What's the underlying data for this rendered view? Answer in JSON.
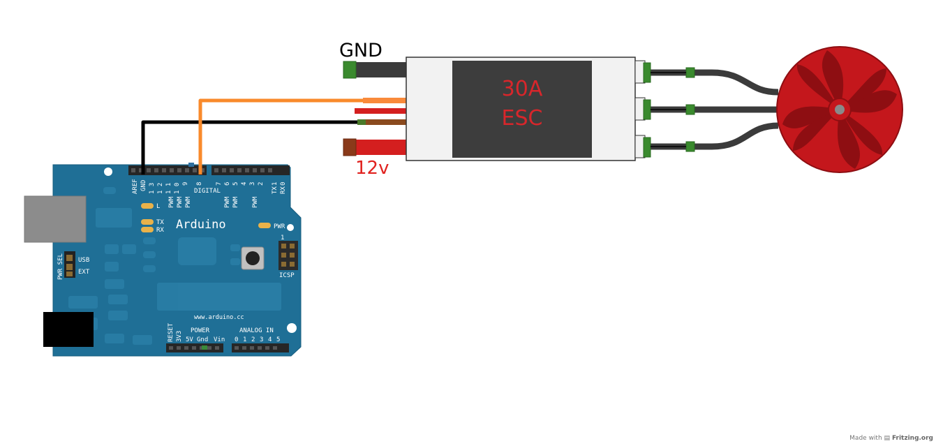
{
  "labels": {
    "gnd": "GND",
    "supply": "12v",
    "esc_line1": "30A",
    "esc_line2": "ESC"
  },
  "arduino": {
    "brand": "Arduino",
    "website": "www.arduino.cc",
    "pins": {
      "aref": "AREF",
      "gnd": "GND",
      "d13": "1 3",
      "d12": "1 2",
      "d11": "1 1",
      "d10": "1 0",
      "d9": "9",
      "d8": "8",
      "d7": "7",
      "d6": "6",
      "d5": "5",
      "d4": "4",
      "d3": "3",
      "d2": "2",
      "d1": "1",
      "d0": "0",
      "tx_pin": "TX",
      "rx_pin": "RX",
      "digital": "DIGITAL",
      "pwm": "PWM"
    },
    "leds": {
      "l": "L",
      "tx": "TX",
      "rx": "RX",
      "pwr": "PWR"
    },
    "pwr_sel": "PWR SEL",
    "usb": "USB",
    "ext": "EXT",
    "icsp": "ICSP",
    "icsp_pin1": "1",
    "reset": "RESET",
    "v3": "3V3",
    "power": "POWER",
    "v5": "5V",
    "gnd_lower": "Gnd",
    "vin": "Vin",
    "analog_in": "ANALOG IN",
    "analog_pins": [
      "0",
      "1",
      "2",
      "3",
      "4",
      "5"
    ]
  },
  "credit": {
    "prefix": "Made with",
    "brand": "Fritzing.org"
  },
  "colors": {
    "board": "#1f6f96",
    "signal_wire": "#f98a2b",
    "ground_wire": "#000000",
    "power_wire": "#d41f1f",
    "motor_body": "#c4171c",
    "esc_body": "#f2f2f2",
    "esc_label_bg": "#3d3d3d",
    "esc_text": "#d8262b"
  }
}
